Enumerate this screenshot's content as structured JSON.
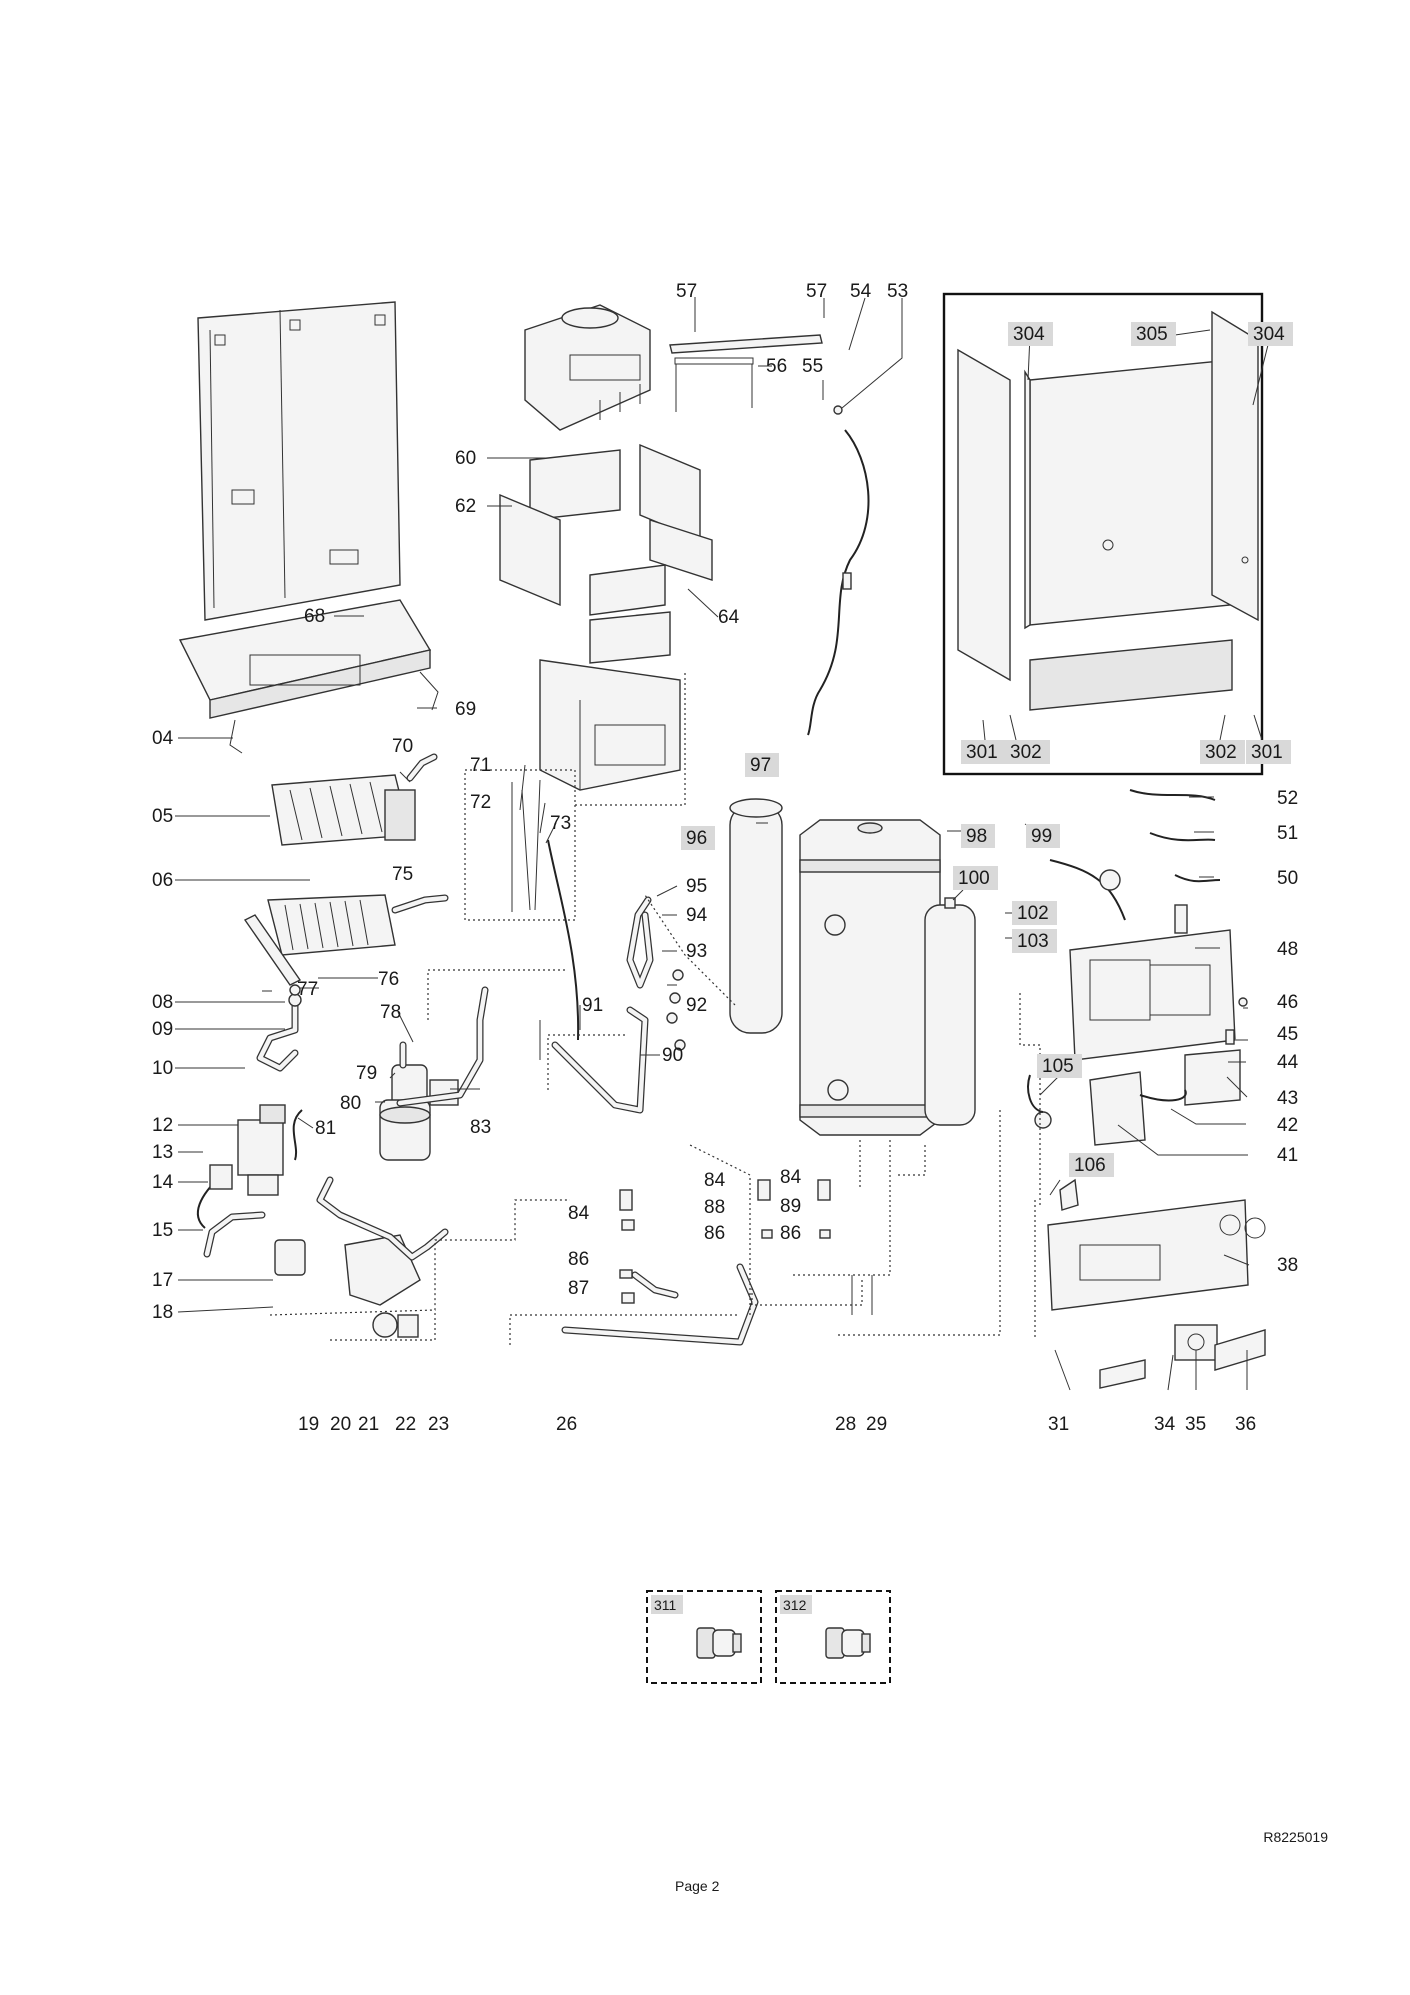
{
  "callouts": {
    "c57a": "57",
    "c57b": "57",
    "c54": "54",
    "c53": "53",
    "c56": "56",
    "c55": "55",
    "c60": "60",
    "c62": "62",
    "c64": "64",
    "c68": "68",
    "c69": "69",
    "c04": "04",
    "c70": "70",
    "c71": "71",
    "c72": "72",
    "c73": "73",
    "c05": "05",
    "c06": "06",
    "c75": "75",
    "c76": "76",
    "c77": "77",
    "c08": "08",
    "c09": "09",
    "c78": "78",
    "c91": "91",
    "c90": "90",
    "c10": "10",
    "c79": "79",
    "c80": "80",
    "c81": "81",
    "c83": "83",
    "c12": "12",
    "c13": "13",
    "c14": "14",
    "c15": "15",
    "c17": "17",
    "c18": "18",
    "c19": "19",
    "c20": "20",
    "c21": "21",
    "c22": "22",
    "c23": "23",
    "c26": "26",
    "c95": "95",
    "c94": "94",
    "c93": "93",
    "c92": "92",
    "c84a": "84",
    "c84b": "84",
    "c84c": "84",
    "c88": "88",
    "c89": "89",
    "c86a": "86",
    "c86b": "86",
    "c86c": "86",
    "c87": "87",
    "c28": "28",
    "c29": "29",
    "c97": "97",
    "c96": "96",
    "c98": "98",
    "c99": "99",
    "c100": "100",
    "c102": "102",
    "c103": "103",
    "c105": "105",
    "c106": "106",
    "c52": "52",
    "c51": "51",
    "c50": "50",
    "c48": "48",
    "c46": "46",
    "c45": "45",
    "c44": "44",
    "c43": "43",
    "c42": "42",
    "c41": "41",
    "c38": "38",
    "c31": "31",
    "c34": "34",
    "c35": "35",
    "c36": "36",
    "c304a": "304",
    "c305": "305",
    "c304b": "304",
    "c301a": "301",
    "c302a": "302",
    "c302b": "302",
    "c301b": "301",
    "c311": "311",
    "c312": "312"
  },
  "footer": {
    "ref_code": "R8225019",
    "page_label": "Page 2"
  },
  "colors": {
    "ink": "#1a1a1a",
    "highlight": "#d9d9d9",
    "paper": "#ffffff"
  }
}
